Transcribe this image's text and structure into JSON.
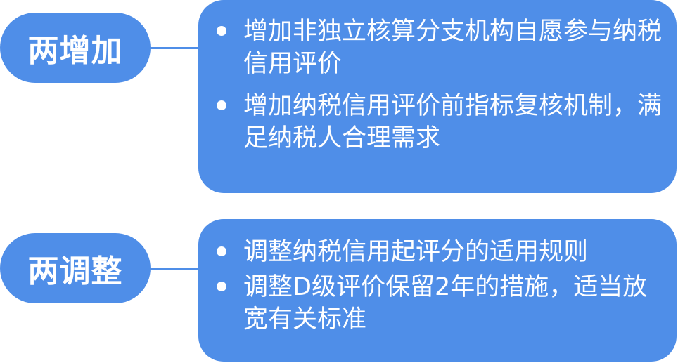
{
  "groups": [
    {
      "label": "两增加",
      "items": [
        "增加非独立核算分支机构自愿参与纳税信用评价",
        "增加纳税信用评价前指标复核机制，满足纳税人合理需求"
      ]
    },
    {
      "label": "两调整",
      "items": [
        "调整纳税信用起评分的适用规则",
        "调整D级评价保留2年的措施，适当放宽有关标准"
      ]
    }
  ],
  "colors": {
    "fill": "#4f8ee8",
    "text": "#ffffff"
  }
}
